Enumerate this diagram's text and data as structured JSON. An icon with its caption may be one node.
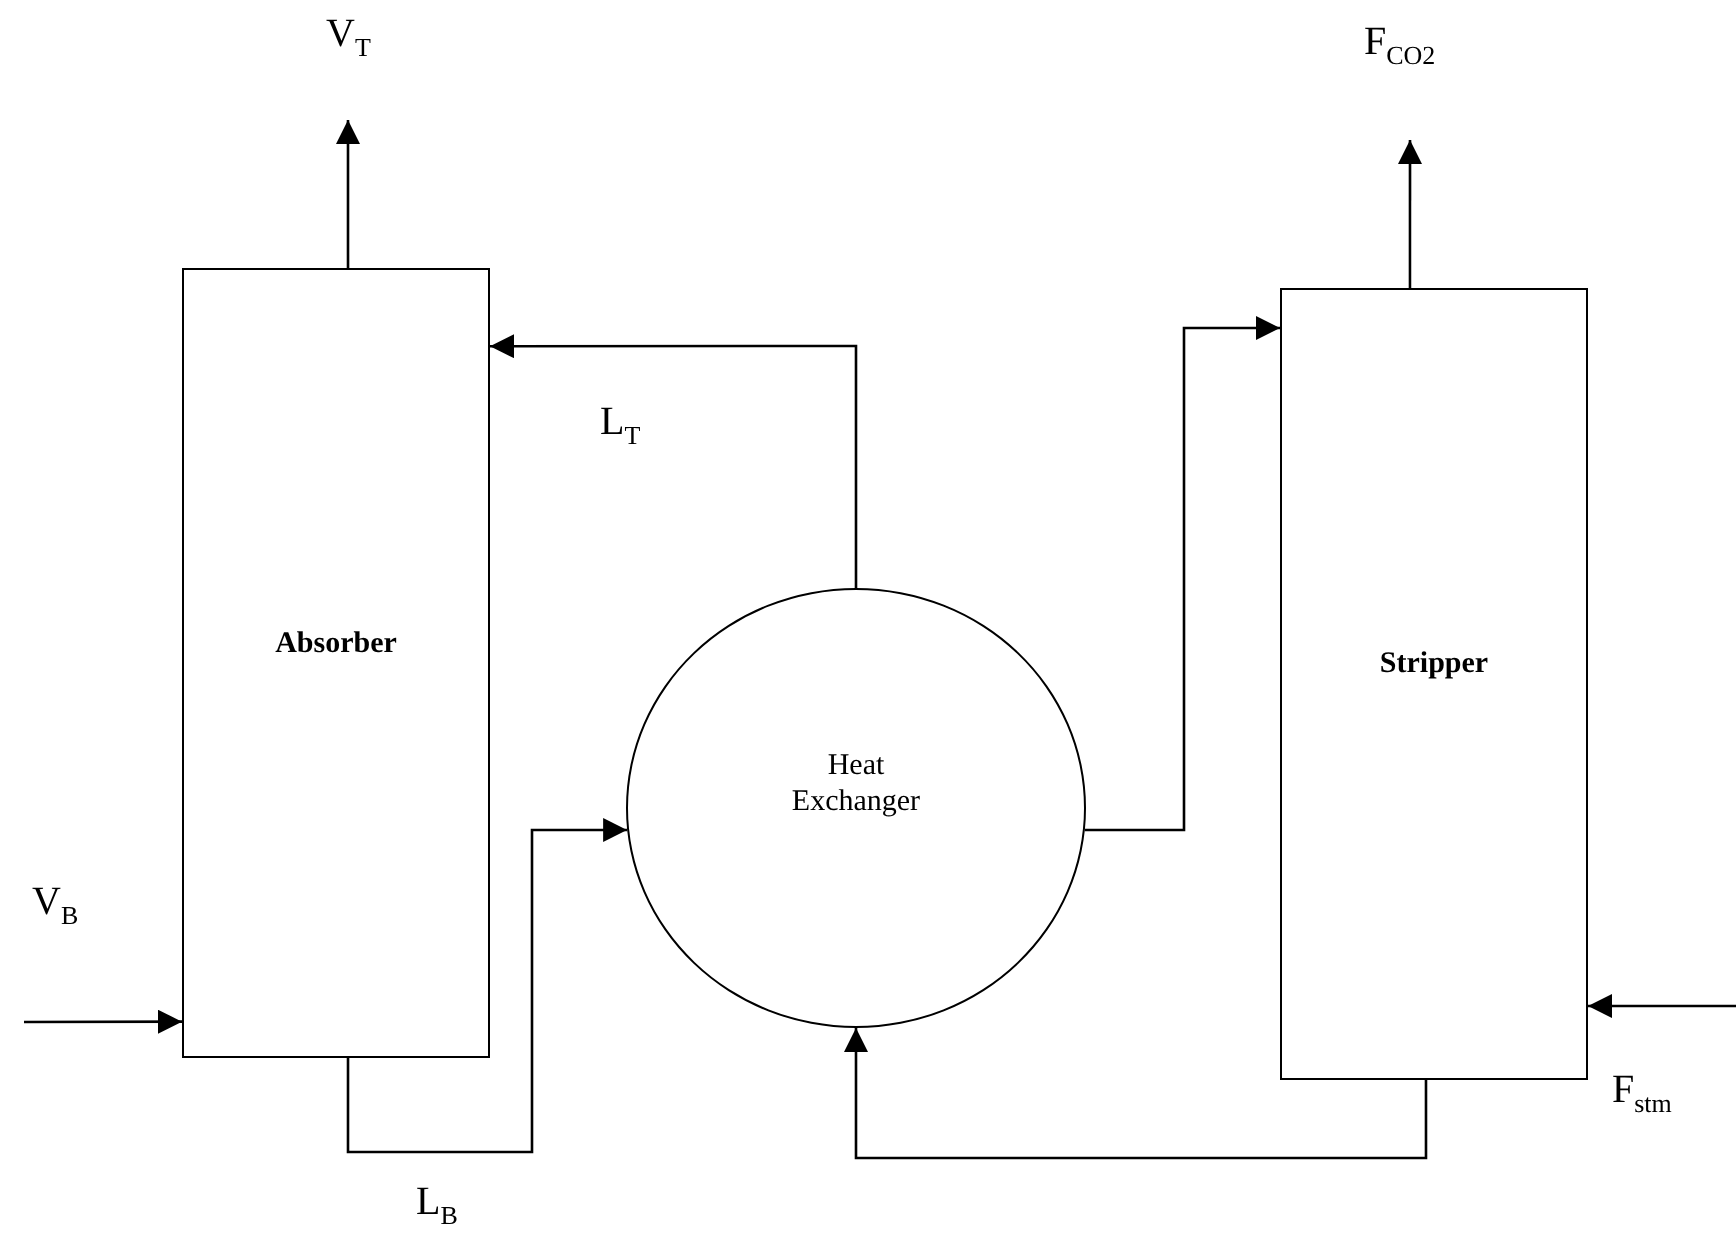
{
  "diagram": {
    "nodes": [
      {
        "text": [
          "Absorber"
        ]
      },
      {
        "text": [
          "Heat Exchanger"
        ]
      },
      {
        "text": [
          "Stripper"
        ]
      }
    ],
    "edges": [
      {
        "from": null,
        "to": 0,
        "arrow": "to",
        "label": "V$_{B}$"
      },
      {
        "from": 0,
        "to": null,
        "arrow": "to",
        "label": "V$_{T}$"
      },
      {
        "from": 1,
        "to": 0,
        "arrow": "to",
        "label": "L$_{T}$"
      },
      {
        "from": 0,
        "to": 1,
        "arrow": "to",
        "label": "L$_{B}$"
      },
      {
        "from": 1,
        "to": 2,
        "arrow": "to"
      },
      {
        "from": 2,
        "to": null,
        "arrow": "to",
        "label": "F$_{CO2}$"
      },
      {
        "from": null,
        "to": 2,
        "arrow": "to",
        "label": "F$_{stm}$"
      },
      {
        "from": 2,
        "to": 1,
        "arrow": "to"
      }
    ]
  }
}
